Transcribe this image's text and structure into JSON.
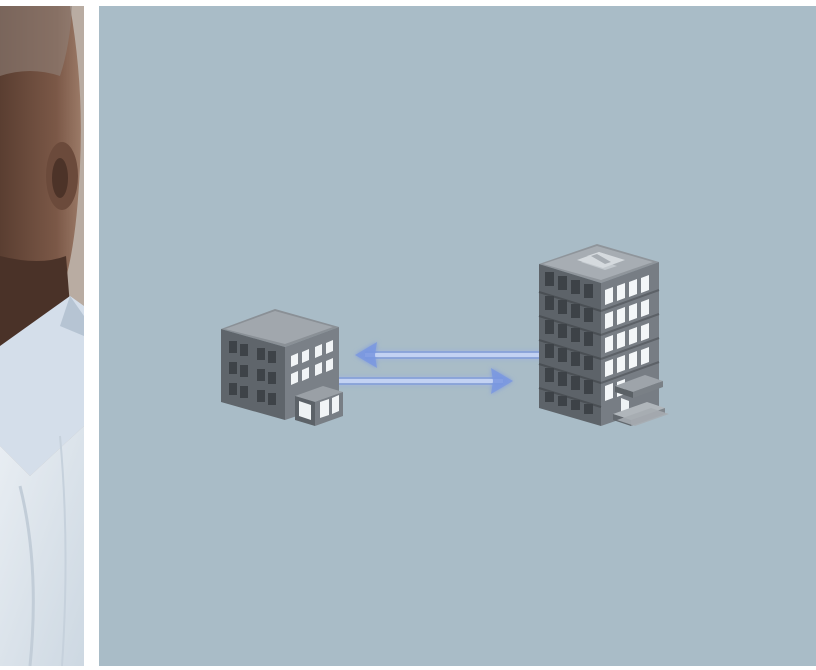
{
  "photo": {
    "subject": "person-portrait-cropped"
  },
  "diagram": {
    "background_color": "#a9bcc7",
    "nodes": [
      {
        "id": "small-building",
        "icon": "office-building-icon"
      },
      {
        "id": "hospital-building",
        "icon": "hospital-building-icon"
      }
    ],
    "connection": {
      "type": "bidirectional",
      "color": "#6f8fd8"
    }
  }
}
